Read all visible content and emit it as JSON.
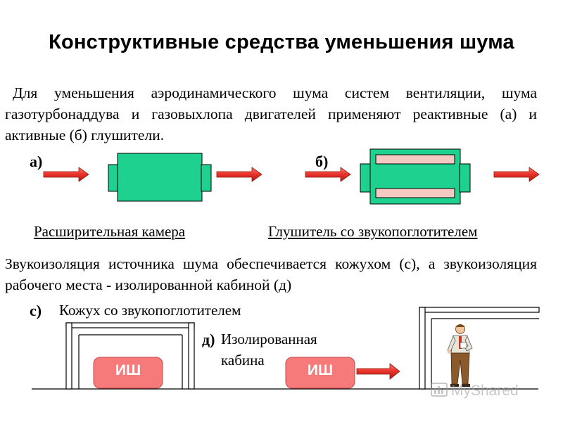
{
  "title": "Конструктивные средства уменьшения шума",
  "paragraph1": "Для уменьшения аэродинамического шума систем вентиляции, шума газотурбонаддува и газовыхлопа двигателей применяют реактивные (а) и активные (б) глушители.",
  "label_a": "а)",
  "label_b": "б)",
  "caption_a": "Расширительная камера",
  "caption_b": "Глушитель со звукопоглотителем",
  "paragraph2": "Звукоизоляция источника шума обеспечивается кожухом (с), а звукоизоляция рабочего места - изолированной кабиной (д)",
  "label_c": "с)",
  "caption_c": "Кожух со звукопоглотителем",
  "label_d": "д)",
  "caption_d_line1": "Изолированная",
  "caption_d_line2": "кабина",
  "noise_source_label_1": "ИШ",
  "noise_source_label_2": "ИШ",
  "watermark": "MyShared",
  "colors": {
    "chamber_fill": "#1ed18f",
    "arrow_fill": "#e8302a",
    "absorber_fill": "#f3c9c2",
    "noise_source_fill": "#f77a7a",
    "enclosure_fill": "#ffffff"
  }
}
